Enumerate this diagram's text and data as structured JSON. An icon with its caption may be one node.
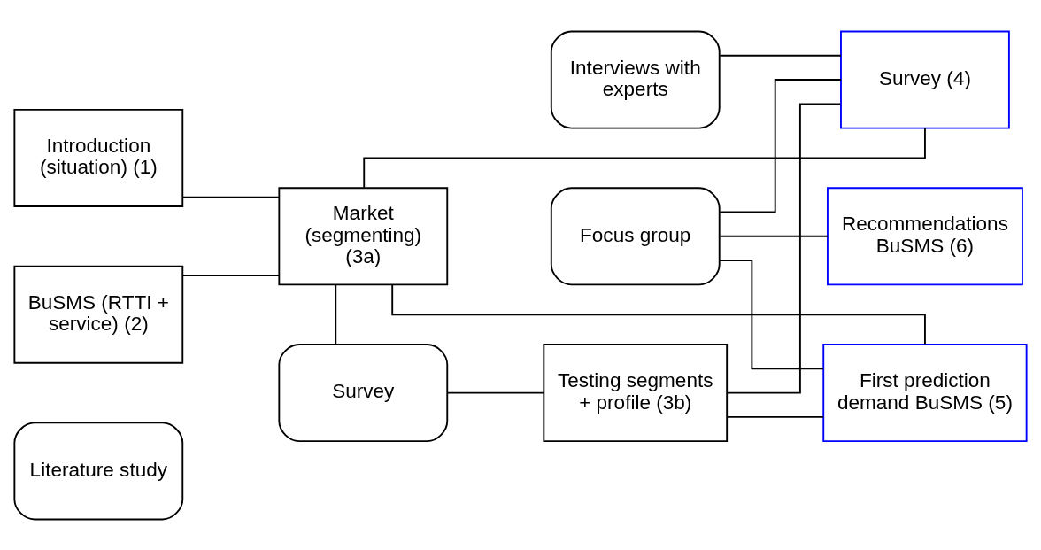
{
  "diagram": {
    "nodes": [
      {
        "text": [
          "Literature study"
        ]
      },
      {
        "text": [
          "Survey"
        ]
      },
      {
        "text": [
          "Focus group"
        ]
      },
      {
        "text": [
          "Interviews with experts"
        ]
      },
      {
        "text": [
          "Introduction (situation) (1)"
        ]
      },
      {
        "text": [
          "BuSMS (RTTI + service) (2)"
        ]
      },
      {
        "text": [
          "Market (segmenting) (3a)"
        ]
      },
      {
        "text": [
          "Testing segments + profile (3b)"
        ]
      },
      {
        "text": [
          "Survey (4)"
        ]
      },
      {
        "text": [
          "First prediction demand BuSMS (5)"
        ]
      },
      {
        "text": [
          "Recommendations BuSMS (6)"
        ]
      }
    ],
    "edges": [
      {
        "from": 4,
        "to": 6,
        "arrow": "none"
      },
      {
        "from": 5,
        "to": 6,
        "arrow": "none"
      },
      {
        "from": 6,
        "to": 1,
        "arrow": "none"
      },
      {
        "from": 1,
        "to": 7,
        "arrow": "none"
      },
      {
        "from": 6,
        "to": 8,
        "arrow": "none"
      },
      {
        "from": 6,
        "to": 9,
        "arrow": "none"
      },
      {
        "from": 7,
        "to": 8,
        "arrow": "none"
      },
      {
        "from": 7,
        "to": 9,
        "arrow": "none"
      },
      {
        "from": 2,
        "to": 8,
        "arrow": "none"
      },
      {
        "from": 2,
        "to": 9,
        "arrow": "none"
      },
      {
        "from": 2,
        "to": 10,
        "arrow": "none"
      },
      {
        "from": 3,
        "to": 8,
        "arrow": "none"
      }
    ]
  }
}
